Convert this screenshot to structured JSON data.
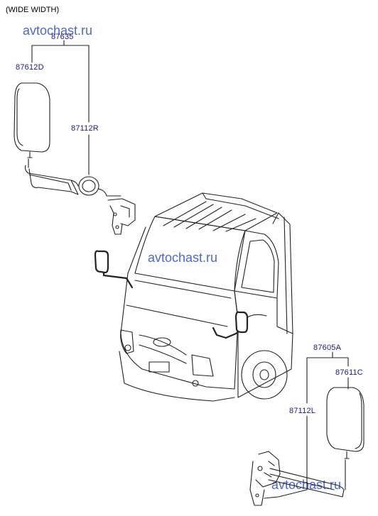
{
  "header": {
    "title": "(WIDE WIDTH)"
  },
  "watermarks": [
    "avtochast.ru",
    "avtochast.ru",
    "avtochast.ru"
  ],
  "parts": {
    "right_assembly": "87635",
    "right_mirror": "87612D",
    "right_arm": "87112R",
    "left_assembly": "87605A",
    "left_mirror": "87611C",
    "left_arm": "87112L"
  },
  "colors": {
    "label": "#1a1a8c",
    "watermark": "#1f3fd8",
    "line": "#222222"
  }
}
